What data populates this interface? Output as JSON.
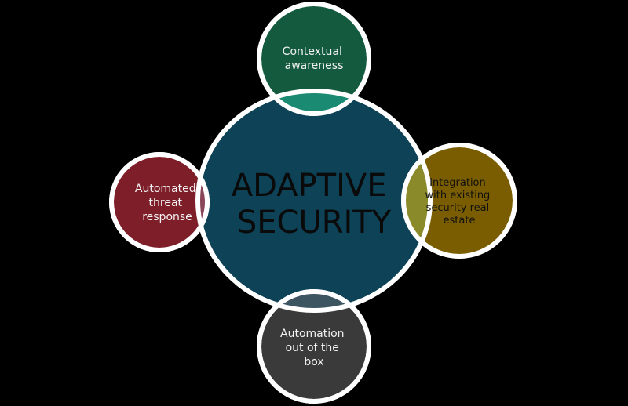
{
  "center": {
    "lines": [
      "ADAPTIVE",
      "SECURITY"
    ],
    "color": "#0d4257"
  },
  "satellites": [
    {
      "id": "top",
      "lines": [
        "Contextual",
        "awareness"
      ],
      "color": "#145a3e",
      "overlap_color": "#1a8a72",
      "text_color": "#f2f2f2"
    },
    {
      "id": "left",
      "lines": [
        "Automated",
        "threat",
        "response"
      ],
      "color": "#7e1e29",
      "overlap_color": "#8a4558",
      "text_color": "#f2f2f2"
    },
    {
      "id": "right",
      "lines": [
        "Integration",
        "with existing",
        "security real",
        "estate"
      ],
      "color": "#7a5d00",
      "overlap_color": "#8a8a2a",
      "text_color": "#111111"
    },
    {
      "id": "bottom",
      "lines": [
        "Automation",
        "out of the",
        "box"
      ],
      "color": "#3a3a3a",
      "overlap_color": "#3d5560",
      "text_color": "#f2f2f2"
    }
  ],
  "stroke_color": "#ffffff"
}
